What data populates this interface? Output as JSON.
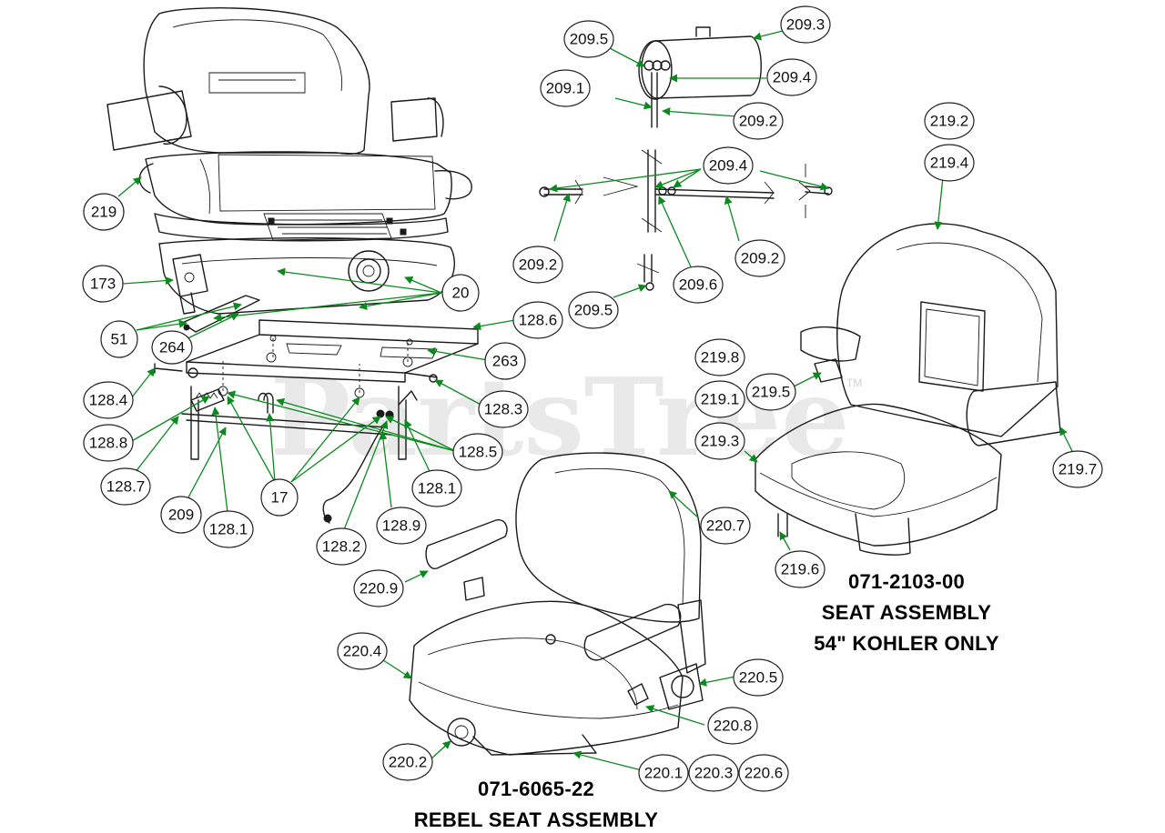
{
  "watermark": {
    "text": "PartsTree",
    "trademark": "TM"
  },
  "captions": {
    "seat_a": {
      "part_number": "071-2103-00",
      "line2": "SEAT ASSEMBLY",
      "line3": "54\" KOHLER ONLY"
    },
    "seat_b": {
      "part_number": "071-6065-22",
      "line2": "REBEL SEAT ASSEMBLY"
    }
  },
  "callouts": [
    {
      "label": "209.3"
    },
    {
      "label": "209.5"
    },
    {
      "label": "209.4"
    },
    {
      "label": "209.1"
    },
    {
      "label": "209.2"
    },
    {
      "label": "209.4"
    },
    {
      "label": "209.2"
    },
    {
      "label": "209.2"
    },
    {
      "label": "209.6"
    },
    {
      "label": "209.5"
    },
    {
      "label": "219.2"
    },
    {
      "label": "219.4"
    },
    {
      "label": "219"
    },
    {
      "label": "173"
    },
    {
      "label": "20"
    },
    {
      "label": "128.6"
    },
    {
      "label": "51"
    },
    {
      "label": "264"
    },
    {
      "label": "263"
    },
    {
      "label": "128.4"
    },
    {
      "label": "128.3"
    },
    {
      "label": "128.8"
    },
    {
      "label": "128.5"
    },
    {
      "label": "128.7"
    },
    {
      "label": "128.1"
    },
    {
      "label": "209"
    },
    {
      "label": "128.1"
    },
    {
      "label": "17"
    },
    {
      "label": "128.9"
    },
    {
      "label": "128.2"
    },
    {
      "label": "219.8"
    },
    {
      "label": "219.1"
    },
    {
      "label": "219.5"
    },
    {
      "label": "219.3"
    },
    {
      "label": "219.7"
    },
    {
      "label": "219.6"
    },
    {
      "label": "220.7"
    },
    {
      "label": "220.9"
    },
    {
      "label": "220.4"
    },
    {
      "label": "220.5"
    },
    {
      "label": "220.8"
    },
    {
      "label": "220.2"
    },
    {
      "label": "220.1"
    },
    {
      "label": "220.3"
    },
    {
      "label": "220.6"
    }
  ]
}
